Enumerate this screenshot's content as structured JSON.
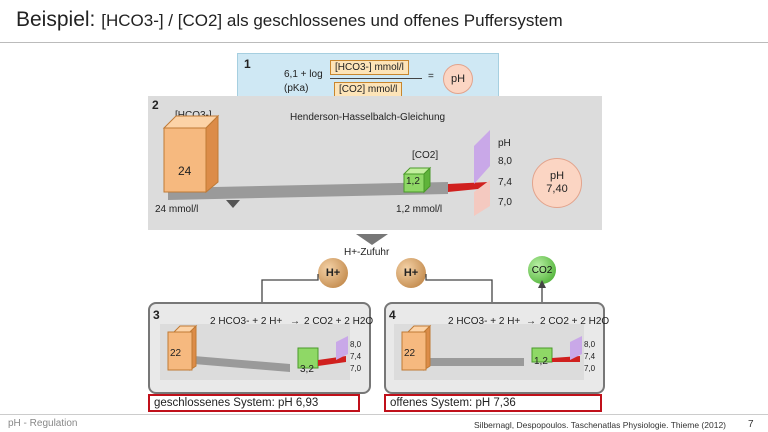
{
  "slide": {
    "title_main": "Beispiel:",
    "title_formula": "[HCO3-] / [CO2] als geschlossenes und offenes Puffersystem",
    "footer_left": "pH - Regulation",
    "footer_source": "Silbernagl, Despopoulos. Taschenatlas Physiologie. Thieme (2012)",
    "page_number": "7"
  },
  "panel1": {
    "number": "1",
    "lhs_top": "6,1 + log",
    "lhs_bottom": "(pKa)",
    "numerator": "[HCO3-] mmol/l",
    "denominator": "[CO2] mmol/l",
    "equals": "=",
    "result": "pH"
  },
  "panel2": {
    "number": "2",
    "caption": "Henderson-Hasselbalch-Gleichung",
    "hco3_label": "[HCO3-]",
    "hco3_value": "24",
    "hco3_unit": "24 mmol/l",
    "co2_label": "[CO2]",
    "co2_value": "1,2",
    "co2_unit": "1,2 mmol/l",
    "scale_label": "pH",
    "scale_ticks": [
      "8,0",
      "7,4",
      "7,0"
    ],
    "ph_label": "pH",
    "ph_value": "7,40"
  },
  "transition": {
    "label": "H+-Zufuhr"
  },
  "panel3": {
    "number": "3",
    "ball": "H+",
    "reaction_left": "2 HCO3- + 2 H+",
    "arrow": "→",
    "reaction_right": "2 CO2 + 2 H2O",
    "hco3_value": "22",
    "co2_value": "3,2",
    "scale_ticks": [
      "8,0",
      "7,4",
      "7,0"
    ],
    "result_label": "geschlossenes System:",
    "result_value": "pH 6,93"
  },
  "panel4": {
    "number": "4",
    "ball": "H+",
    "co2_ball": "CO2",
    "reaction_left": "2 HCO3- + 2 H+",
    "arrow": "→",
    "reaction_right": "2 CO2 + 2 H2O",
    "hco3_value": "22",
    "co2_value": "1,2",
    "scale_ticks": [
      "8,0",
      "7,4",
      "7,0"
    ],
    "result_label": "offenes System:",
    "result_value": "pH 7,36"
  },
  "colors": {
    "hco3_box": "#f6b97f",
    "co2_box": "#8fd866",
    "result_border": "#c0101a",
    "panel_bg": "#dcdcdc",
    "formula_bg": "#cfe8f4"
  }
}
